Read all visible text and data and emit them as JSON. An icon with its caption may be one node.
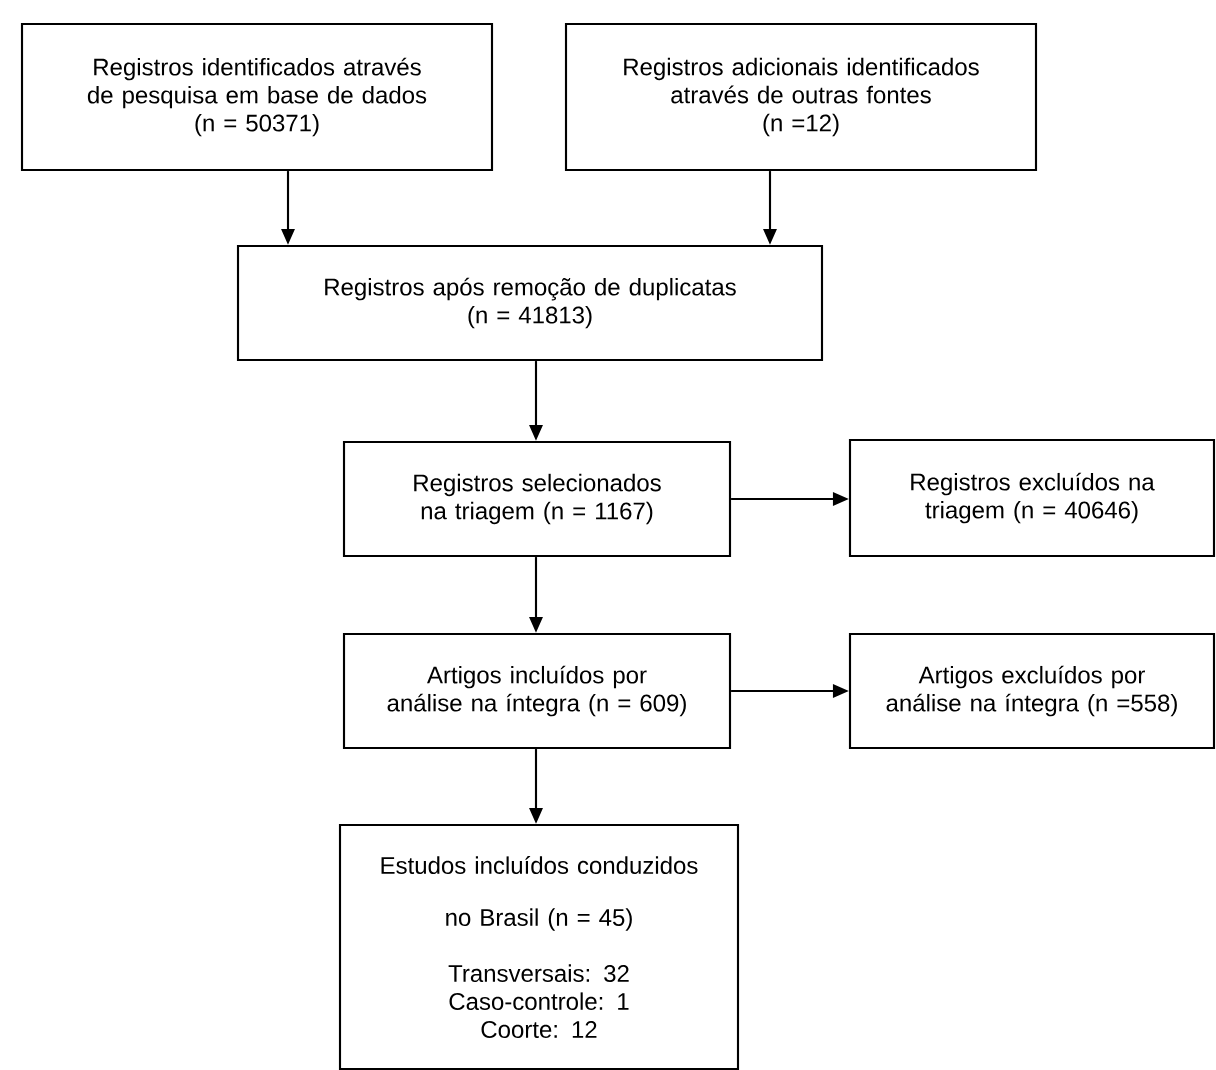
{
  "diagram": {
    "nodes": [
      {
        "text": [
          "Registros identificados através de pesquisa em base de dados",
          "(n = 50371)"
        ]
      },
      {
        "text": [
          "Registros adicionais identificados através de outras fontes",
          "(n =12)"
        ]
      },
      {
        "text": [
          "Registros após remoção de duplicatas",
          "(n = 41813)"
        ]
      },
      {
        "text": [
          "Registros selecionados na triagem (n = 1167)"
        ]
      },
      {
        "text": [
          "Registros excluídos na triagem (n = 40646)"
        ]
      },
      {
        "text": [
          "Artigos incluídos por análise na íntegra (n = 609)"
        ]
      },
      {
        "text": [
          "Artigos excluídos por análise na íntegra (n =558)"
        ]
      },
      {
        "text": [
          "Estudos incluídos conduzidos no Brasil (n = 45)",
          "Transversais:  32",
          "Caso-controle: 1",
          "Coorte: 12"
        ]
      }
    ],
    "edges": [
      {
        "from": 0,
        "to": 2,
        "arrow": "to"
      },
      {
        "from": 1,
        "to": 2,
        "arrow": "to"
      },
      {
        "from": 2,
        "to": 3,
        "arrow": "to"
      },
      {
        "from": 3,
        "to": 4,
        "arrow": "to"
      },
      {
        "from": 3,
        "to": 5,
        "arrow": "to"
      },
      {
        "from": 5,
        "to": 6,
        "arrow": "to"
      },
      {
        "from": 5,
        "to": 7,
        "arrow": "to"
      }
    ]
  }
}
